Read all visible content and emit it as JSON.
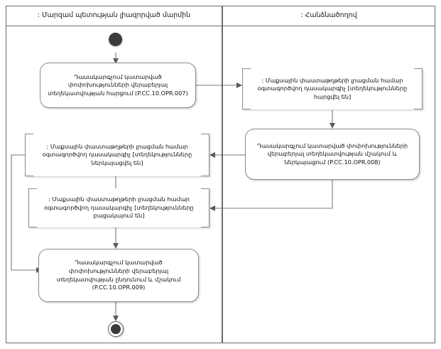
{
  "diagram": {
    "title": "UML activity diagram with two swimlanes",
    "background": "#ffffff",
    "line_color": "#7a7a7a",
    "node_border_color": "#8a8a8a",
    "frame_color": "#6b6b6b",
    "node_fill": "#3a3a3a"
  },
  "lanes": [
    {
      "id": "left",
      "label": ": Մարզամ պետության լիազորված մարմին"
    },
    {
      "id": "right",
      "label": ": Հանձնածողով"
    }
  ],
  "nodes": {
    "initial": {
      "name": "initial-node",
      "label": ""
    },
    "activity_007": {
      "text": "Դասակարգչում կատարված փոփոխությունների վերաբերյալ տեղեկատվության հարցում (P.CC.10.OPR.007)",
      "code": "P.CC.10.OPR.007"
    },
    "object_requested": {
      "text": ": Մաքսային փաստաթղթերի լրացման համար օգտագործվող դասակարգիչ [տեղեկությունները հարցվել են]",
      "state": "[տեղեկությունները հարցվել են]"
    },
    "activity_008": {
      "text": "Դասակարգչում կատարված փոփոխությունների վերաբերյալ տեղեկատվության մշակում և ներկայացում (P.CC.10.OPR.008)",
      "code": "P.CC.10.OPR.008"
    },
    "object_presented": {
      "text": ": Մաքսային փաստաթղթերի լրացման համար օգտագործվող դասակարգիչ [տեղեկությունները ներկայացվել են]",
      "state": "[տեղեկությունները ներկայացվել են]"
    },
    "object_absent": {
      "text": ": Մաքսային փաստաթղթերի լրացման համար օգտագործվող դասակարգիչ [տեղեկությունները բացակայում են]",
      "state": "[տեղեկությունները բացակայում են]"
    },
    "activity_009": {
      "text": "Դասակարգչում կատարված փոփոխությունների վերաբերյալ տեղեկատվության ընդունում և մշակում (P.CC.10.OPR.009)",
      "code": "P.CC.10.OPR.009"
    },
    "final": {
      "name": "final-node",
      "label": ""
    }
  }
}
